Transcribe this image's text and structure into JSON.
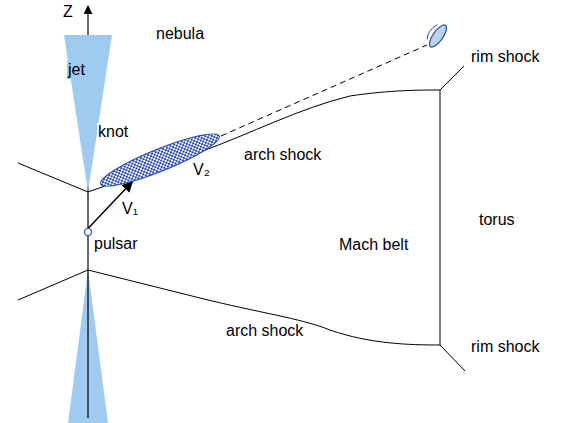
{
  "diagram": {
    "nodes": [
      {
        "text": [
          "jet"
        ]
      },
      {
        "text": [
          "knot"
        ]
      },
      {
        "text": [
          "pulsar"
        ]
      }
    ],
    "edges": [
      {
        "from": 2,
        "to": 1,
        "arrow": "to",
        "label": "V₁"
      }
    ],
    "labels": [
      "Z",
      "nebula",
      "V₂",
      "arch shock",
      "rim shock",
      "Mach belt",
      "torus",
      "arch shock",
      "rim shock"
    ]
  }
}
